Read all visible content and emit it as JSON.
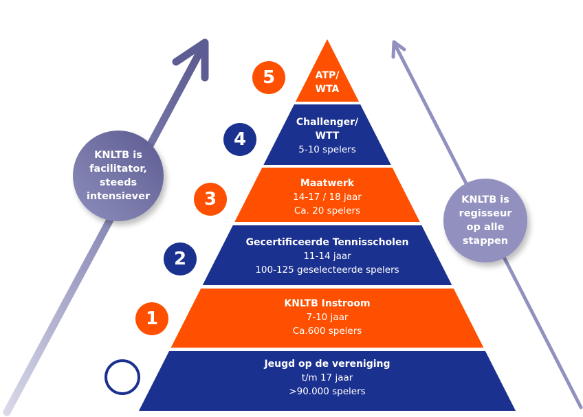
{
  "colors": {
    "orange": "#fe5000",
    "blue": "#1b318f",
    "arrow_left": "#6e6ea3",
    "arrow_right": "#9190bf"
  },
  "pyramid": {
    "layers": [
      {
        "level": "5",
        "title": "ATP/\nWTA",
        "title_lines": [
          "ATP/",
          "WTA"
        ],
        "lines": [],
        "color": "orange"
      },
      {
        "level": "4",
        "title_lines": [
          "Challenger/",
          "WTT"
        ],
        "lines": [
          "5-10 spelers"
        ],
        "color": "blue"
      },
      {
        "level": "3",
        "title_lines": [
          "Maatwerk"
        ],
        "lines": [
          "14-17 / 18 jaar",
          "Ca. 20 spelers"
        ],
        "color": "orange"
      },
      {
        "level": "2",
        "title_lines": [
          "Gecertificeerde Tennisscholen"
        ],
        "lines": [
          "11-14 jaar",
          "100-125 geselecteerde spelers"
        ],
        "color": "blue"
      },
      {
        "level": "1",
        "title_lines": [
          "KNLTB Instroom"
        ],
        "lines": [
          "7-10 jaar",
          "Ca.600 spelers"
        ],
        "color": "orange"
      },
      {
        "level": "",
        "title_lines": [
          "Jeugd op de vereniging"
        ],
        "lines": [
          "t/m 17 jaar",
          ">90.000 spelers"
        ],
        "color": "blue"
      }
    ]
  },
  "bubbles": {
    "left": {
      "lines": [
        "KNLTB is",
        "facilitator,",
        "steeds",
        "intensiever"
      ],
      "icon": "arrow-up-right-icon"
    },
    "right": {
      "lines": [
        "KNLTB is",
        "regisseur",
        "op alle",
        "stappen"
      ],
      "icon": "arrow-up-left-icon"
    }
  }
}
